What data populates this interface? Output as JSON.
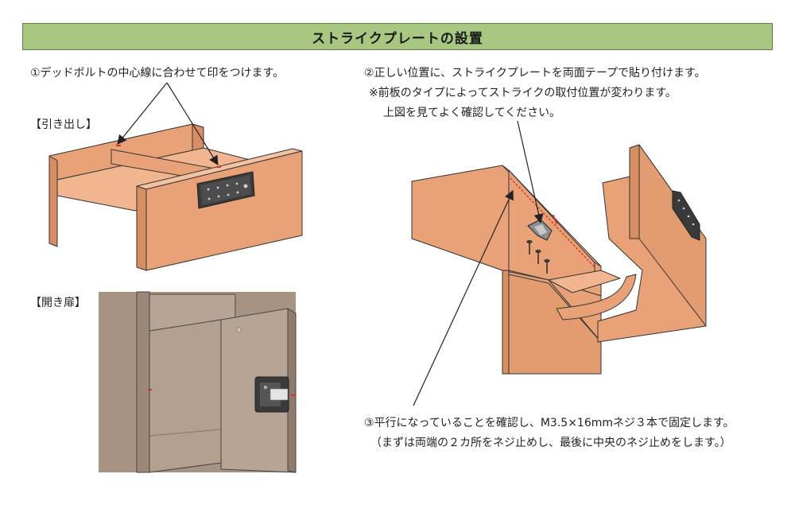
{
  "header": {
    "title": "ストライクプレートの設置"
  },
  "steps": {
    "step1": "①デッドボルトの中心線に合わせて印をつけます。",
    "step2_line1": "②正しい位置に、ストライクプレートを両面テープで貼り付けます。",
    "step2_line2": "※前板のタイプによってストライクの取付位置が変わります。",
    "step2_line3": "上図を見てよく確認してください。",
    "step3_line1": "③平行になっていることを確認し、M3.5×16mmネジ３本で固定します。",
    "step3_line2": "（まずは両端の２カ所をネジ止めし、最後に中央のネジ止めをします。）"
  },
  "labels": {
    "drawer": "【引き出し】",
    "hinged_door": "【開き扉】"
  },
  "colors": {
    "banner": "#a8c882",
    "wood": "#e9a278",
    "wood_dark": "#d88e63",
    "door_gray": "#a89383",
    "mark_red": "#d9342b",
    "lock_dark": "#3a3a3a"
  },
  "icons": [
    "keypad-lock-icon",
    "strike-plate-icon",
    "screw-icon"
  ]
}
